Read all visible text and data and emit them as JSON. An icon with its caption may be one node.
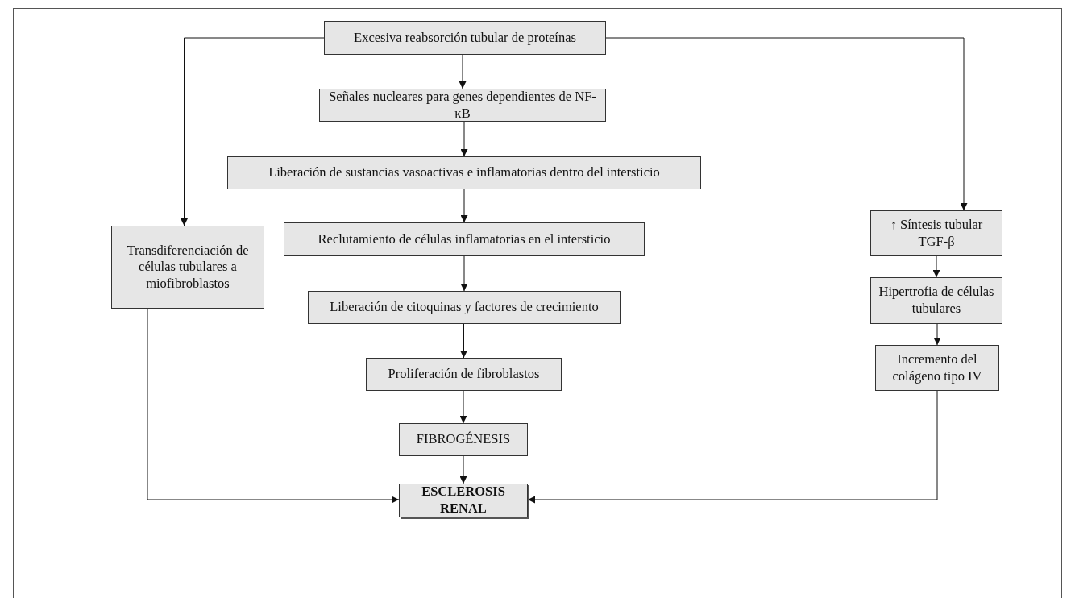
{
  "diagram": {
    "nodes": [
      {
        "text": [
          "Excesiva reabsorción tubular de proteínas"
        ]
      },
      {
        "text": [
          "Señales nucleares para genes dependientes de NF-κB"
        ]
      },
      {
        "text": [
          "Liberación de sustancias vasoactivas e inflamatorias dentro del intersticio"
        ]
      },
      {
        "text": [
          "Reclutamiento de células inflamatorias en el intersticio"
        ]
      },
      {
        "text": [
          "Liberación de citoquinas y factores de crecimiento"
        ]
      },
      {
        "text": [
          "Proliferación de fibroblastos"
        ]
      },
      {
        "text": [
          "FIBROGÉNESIS"
        ]
      },
      {
        "text": [
          "ESCLEROSIS RENAL"
        ]
      },
      {
        "text": [
          "Transdiferenciación de células tubulares a miofibroblastos"
        ]
      },
      {
        "text": [
          "↑ Síntesis tubular TGF-β"
        ]
      },
      {
        "text": [
          "Hipertrofia de células tubulares"
        ]
      },
      {
        "text": [
          "Incremento del colágeno tipo IV"
        ]
      }
    ],
    "edges": [
      {
        "from": 0,
        "to": 1,
        "arrow": "to"
      },
      {
        "from": 1,
        "to": 2,
        "arrow": "to"
      },
      {
        "from": 2,
        "to": 3,
        "arrow": "to"
      },
      {
        "from": 3,
        "to": 4,
        "arrow": "to"
      },
      {
        "from": 4,
        "to": 5,
        "arrow": "to"
      },
      {
        "from": 5,
        "to": 6,
        "arrow": "to"
      },
      {
        "from": 6,
        "to": 7,
        "arrow": "to"
      },
      {
        "from": 0,
        "to": 8,
        "arrow": "to"
      },
      {
        "from": 0,
        "to": 9,
        "arrow": "to"
      },
      {
        "from": 9,
        "to": 10,
        "arrow": "to"
      },
      {
        "from": 10,
        "to": 11,
        "arrow": "to"
      },
      {
        "from": 8,
        "to": 7,
        "arrow": "to"
      },
      {
        "from": 11,
        "to": 7,
        "arrow": "to"
      }
    ]
  }
}
